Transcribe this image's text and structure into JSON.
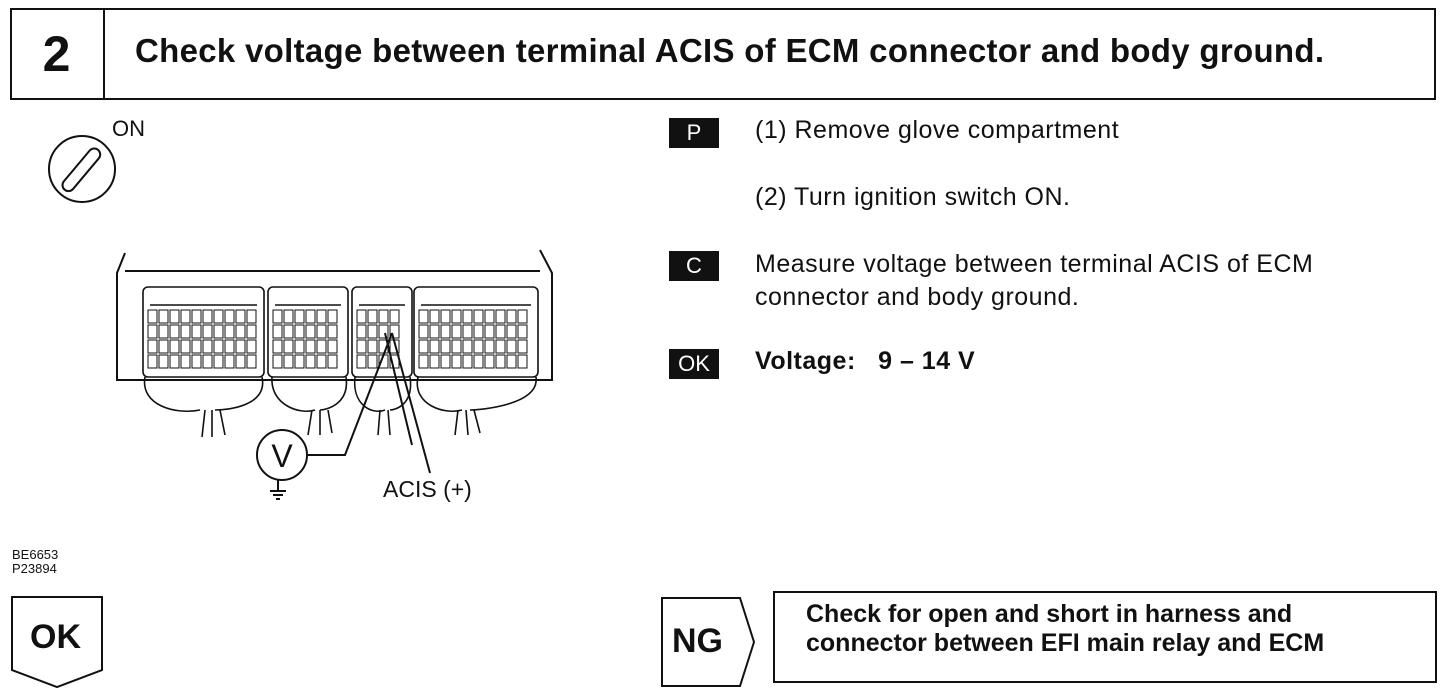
{
  "step": {
    "number": "2",
    "title": "Check voltage between terminal ACIS of ECM connector and body ground."
  },
  "figure": {
    "ignition_label": "ON",
    "terminal_label": "ACIS (+)",
    "meter_symbol": "V",
    "ref_code_1": "BE6653",
    "ref_code_2": "P23894"
  },
  "instructions": {
    "prep_tag": "P",
    "prep_step_1": "(1) Remove glove compartment",
    "prep_step_2": "(2) Turn ignition switch ON.",
    "check_tag": "C",
    "check_line_1": "Measure voltage between terminal ACIS of ECM",
    "check_line_2": "connector and body ground.",
    "ok_tag": "OK",
    "ok_spec": "Voltage:   9 – 14 V"
  },
  "result": {
    "ok_label": "OK",
    "ng_label": "NG",
    "ng_line_1": "Check for open and short in harness and",
    "ng_line_2": "connector between EFI main relay and ECM"
  }
}
